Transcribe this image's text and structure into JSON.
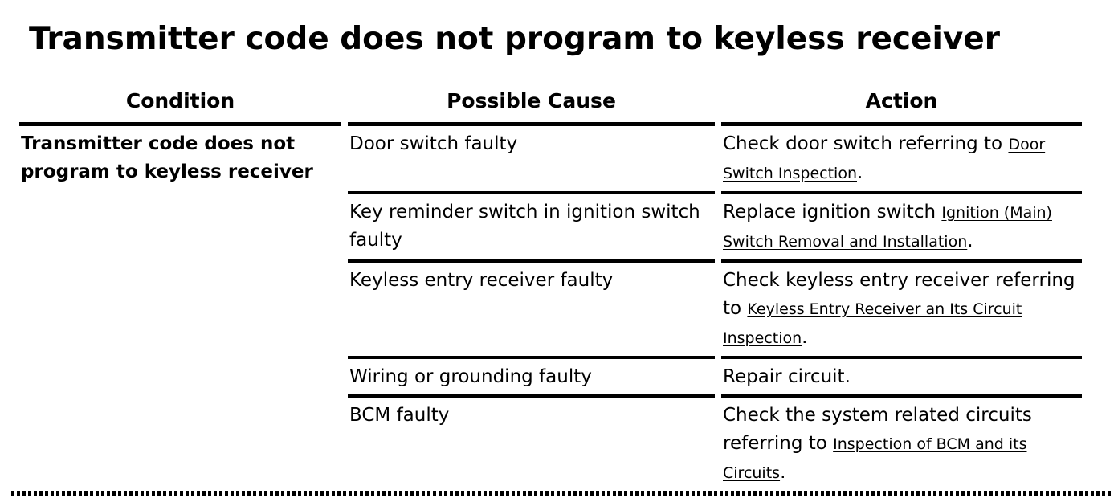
{
  "page_title": "Transmitter code does not program to keyless receiver",
  "table": {
    "headers": {
      "condition": "Condition",
      "cause": "Possible Cause",
      "action": "Action"
    },
    "condition": "Transmitter code does not program to keyless receiver",
    "rows": [
      {
        "cause": "Door switch faulty",
        "action_prefix": "Check door switch referring to ",
        "link": "Door Switch Inspection",
        "action_suffix": "."
      },
      {
        "cause": "Key reminder switch in ignition switch faulty",
        "action_prefix": "Replace ignition switch ",
        "link": "Ignition (Main) Switch Removal and Installation",
        "action_suffix": "."
      },
      {
        "cause": "Keyless entry receiver faulty",
        "action_prefix": "Check keyless entry receiver referring to ",
        "link": "Keyless Entry Receiver an Its Circuit Inspection",
        "action_suffix": "."
      },
      {
        "cause": "Wiring or grounding faulty",
        "action_prefix": "Repair circuit.",
        "link": "",
        "action_suffix": ""
      },
      {
        "cause": "BCM faulty",
        "action_prefix": "Check the system related circuits referring to ",
        "link": "Inspection of BCM and its Circuits",
        "action_suffix": "."
      }
    ]
  }
}
